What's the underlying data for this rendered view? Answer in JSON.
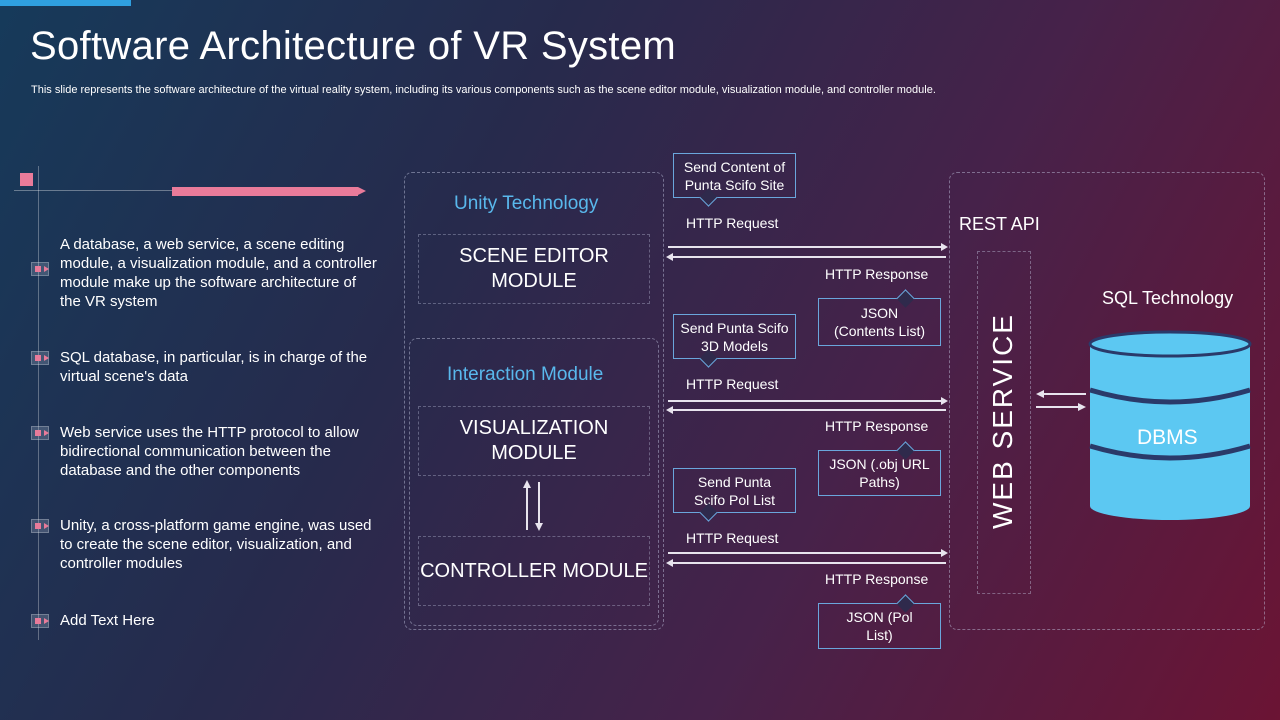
{
  "slide": {
    "title": "Software Architecture of VR System",
    "subtitle": "This slide represents the software architecture of the virtual reality system, including its various components such as the scene editor module, visualization module, and controller module."
  },
  "bullets": [
    "A database, a web service, a scene editing module, a visualization module, and a controller module make up the software architecture of the VR system",
    "SQL database, in particular, is in charge of the virtual scene's data",
    "Web service uses the HTTP protocol to allow bidirectional communication between the database and the other components",
    "Unity, a cross-platform game engine, was used to create the scene editor, visualization, and controller modules",
    "Add Text Here"
  ],
  "diagram": {
    "unity_label": "Unity Technology",
    "scene_editor": "SCENE EDITOR MODULE",
    "interaction_label": "Interaction Module",
    "visualization": "VISUALIZATION MODULE",
    "controller": "CONTROLLER MODULE",
    "rest_api": "REST API",
    "web_service": "WEB SERVICE",
    "sql_label": "SQL Technology",
    "dbms": "DBMS",
    "flows": [
      {
        "request_callout": "Send Content of Punta Scifo Site",
        "request_label": "HTTP Request",
        "response_label": "HTTP Response",
        "response_callout": "JSON (Contents List)"
      },
      {
        "request_callout": "Send Punta Scifo 3D Models",
        "request_label": "HTTP Request",
        "response_label": "HTTP Response",
        "response_callout": "JSON (.obj URL Paths)"
      },
      {
        "request_callout": "Send Punta Scifo Pol List",
        "request_label": "HTTP Request",
        "response_label": "HTTP Response",
        "response_callout": "JSON (Pol List)"
      }
    ]
  },
  "colors": {
    "accent_pink": "#e97b9a",
    "accent_blue": "#59b8ec",
    "db_blue": "#5cc8f2"
  }
}
